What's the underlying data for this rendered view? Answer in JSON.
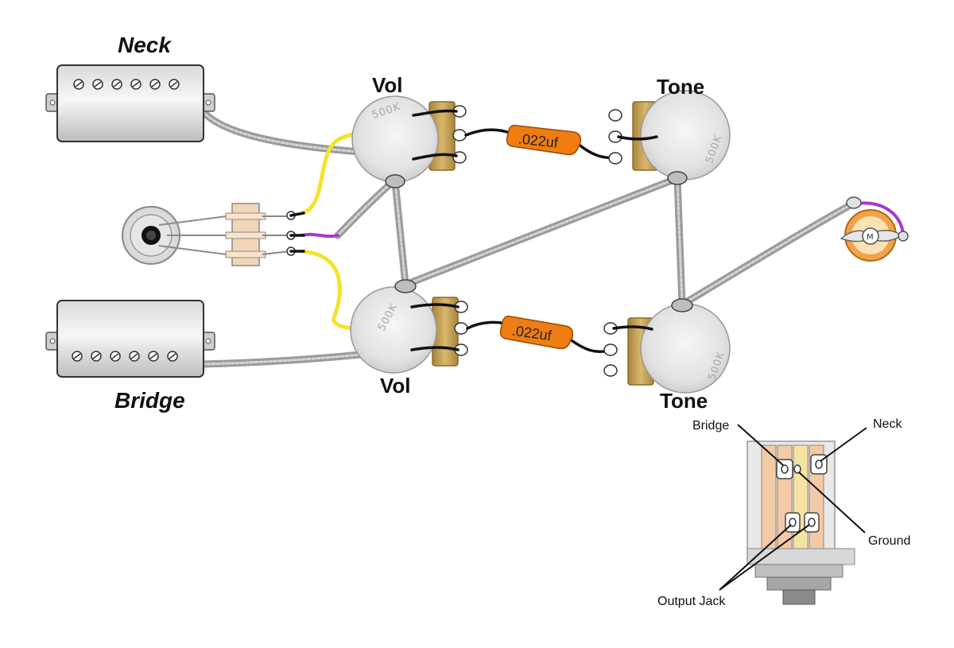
{
  "labels": {
    "neck": "Neck",
    "bridge": "Bridge",
    "vol_top": "Vol",
    "vol_bottom": "Vol",
    "tone_top": "Tone",
    "tone_bottom": "Tone"
  },
  "pots": {
    "vol_top_value": "500K",
    "vol_bottom_value": "500K",
    "tone_top_value": "500K",
    "tone_bottom_value": "500K"
  },
  "capacitors": {
    "top": ".022uf",
    "bottom": ".022uf"
  },
  "jack": {
    "marker": "M"
  },
  "switch_detail": {
    "bridge": "Bridge",
    "neck": "Neck",
    "ground": "Ground",
    "output_jack": "Output Jack"
  },
  "colors": {
    "hot_wire": "#f4e22e",
    "ground_wire": "#a23ad1",
    "capacitor": "#f07d12",
    "shielded_cable": "#9b9b9b",
    "pot_lug_plate": "#c8a45a"
  }
}
